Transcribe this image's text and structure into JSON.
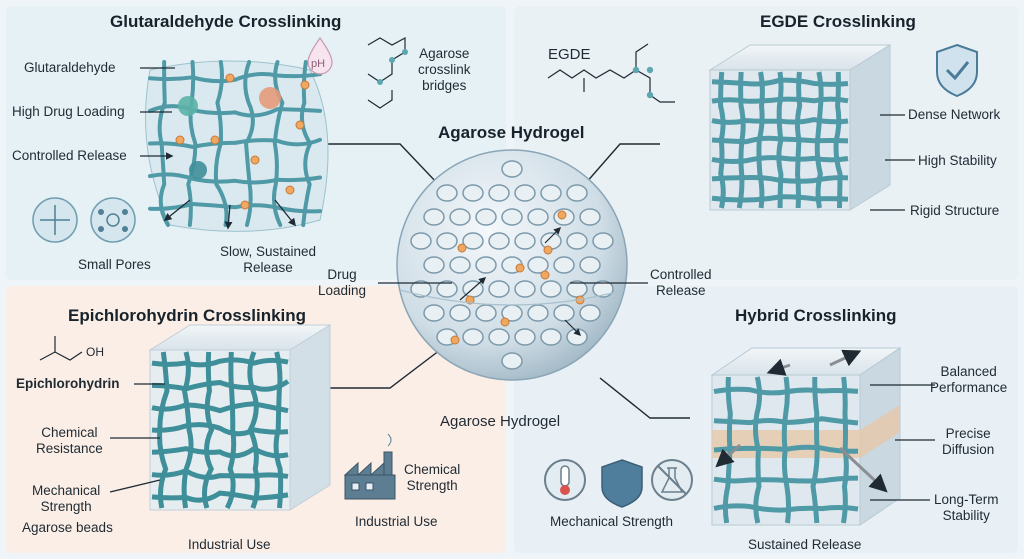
{
  "center": {
    "title": "Agarose Hydrogel",
    "bottom_label": "Agarose Hydrogel",
    "drug_loading": "Drug\nLoading",
    "controlled_release": "Controlled\nRelease"
  },
  "glutaraldehyde": {
    "title": "Glutaraldehyde Crosslinking",
    "labels": {
      "glutaraldehyde": "Glutaraldehyde",
      "high_drug_loading": "High Drug Loading",
      "controlled_release": "Controlled Release",
      "small_pores": "Small Pores",
      "slow_release": "Slow, Sustained\nRelease",
      "bridges": "Agarose\ncrosslink\nbridges",
      "ph": "pH"
    }
  },
  "egde": {
    "title": "EGDE Crosslinking",
    "labels": {
      "egde": "EGDE",
      "dense_network": "Dense Network",
      "high_stability": "High Stability",
      "rigid_structure": "Rigid Structure"
    }
  },
  "epichlorohydrin": {
    "title": "Epichlorohydrin Crosslinking",
    "labels": {
      "oh": "OH",
      "epichlorohydrin": "Epichlorohydrin",
      "chemical_resistance": "Chemical\nResistance",
      "mechanical_strength": "Mechanical\nStrength",
      "agarose_beads": "Agarose beads",
      "industrial_use_bottom": "Industrial Use",
      "chemical_strength": "Chemical\nStrength",
      "industrial_use": "Industrial Use"
    }
  },
  "hybrid": {
    "title": "Hybrid Crosslinking",
    "labels": {
      "balanced_performance": "Balanced\nPerformance",
      "precise_diffusion": "Precise\nDiffusion",
      "long_term_stability": "Long-Term\nStability",
      "mechanical_strength": "Mechanical Strength",
      "sustained_release": "Sustained Release"
    }
  },
  "colors": {
    "fiber": "#4f9aa6",
    "fiber_dark": "#2f6f7a",
    "panel_tl": "#e6f1f6",
    "panel_tr": "#e9f1f5",
    "panel_bl": "#fbeee6",
    "panel_br": "#e8f0f5",
    "drug": "#f0a860"
  },
  "icons": [
    "ph-drop-icon",
    "shield-check-icon",
    "thermometer-icon",
    "shield-icon",
    "no-flask-icon",
    "factory-icon"
  ]
}
